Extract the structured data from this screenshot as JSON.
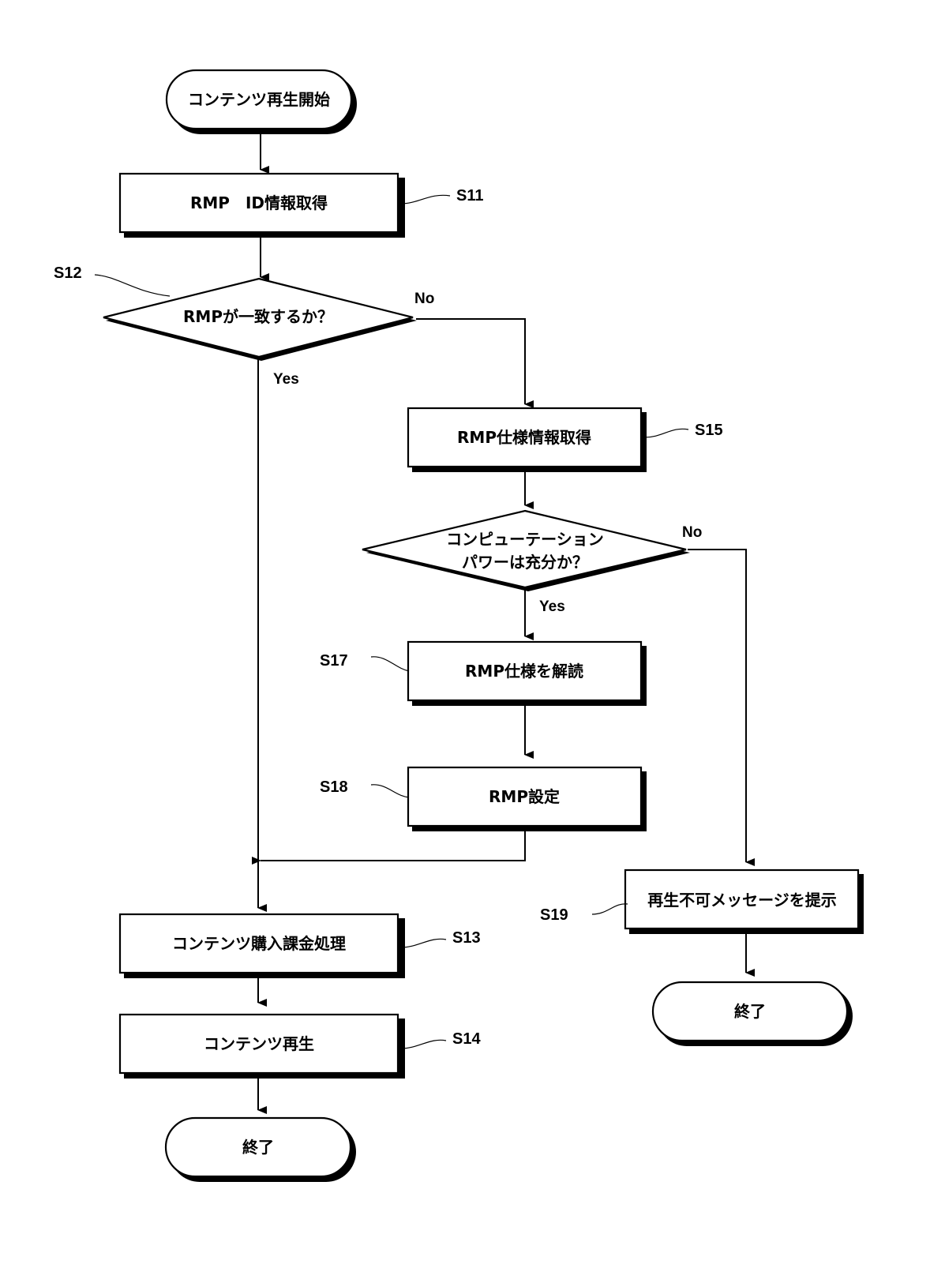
{
  "terminals": {
    "start": "コンテンツ再生開始",
    "end_left": "終了",
    "end_right": "終了"
  },
  "processes": {
    "s11": "RMP　ID情報取得",
    "s15": "RMP仕様情報取得",
    "s17": "RMP仕様を解読",
    "s18": "RMP設定",
    "s13": "コンテンツ購入課金処理",
    "s14": "コンテンツ再生",
    "s19": "再生不可メッセージを提示"
  },
  "decisions": {
    "s12": "RMPが一致するか？",
    "s16_line1": "コンピューテーション",
    "s16_line2": "パワーは充分か？"
  },
  "branches": {
    "s12_yes": "Yes",
    "s12_no": "No",
    "s16_yes": "Yes",
    "s16_no": "No"
  },
  "step_labels": {
    "s11": "S11",
    "s12": "S12",
    "s15": "S15",
    "s17": "S17",
    "s18": "S18",
    "s19": "S19",
    "s13": "S13",
    "s14": "S14"
  },
  "colors": {
    "stroke": "#000000",
    "fill": "#ffffff"
  }
}
